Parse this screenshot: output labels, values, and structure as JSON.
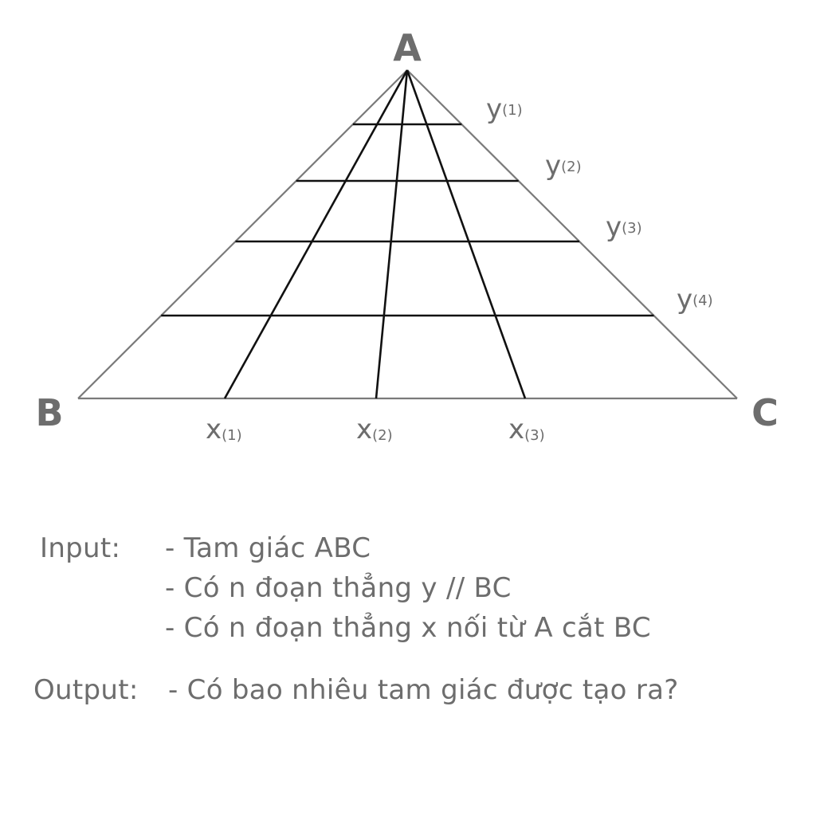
{
  "diagram": {
    "vertices": {
      "A": "A",
      "B": "B",
      "C": "C"
    },
    "x_segments": [
      {
        "symbol": "x",
        "index": "(1)"
      },
      {
        "symbol": "x",
        "index": "(2)"
      },
      {
        "symbol": "x",
        "index": "(3)"
      }
    ],
    "y_segments": [
      {
        "symbol": "y",
        "index": "(1)"
      },
      {
        "symbol": "y",
        "index": "(2)"
      },
      {
        "symbol": "y",
        "index": "(3)"
      },
      {
        "symbol": "y",
        "index": "(4)"
      }
    ]
  },
  "problem": {
    "input_label": "Input:",
    "input_lines": [
      "- Tam giác ABC",
      "- Có n đoạn thẳng y // BC",
      "- Có n đoạn thẳng x nối từ A cắt BC"
    ],
    "output_label": "Output:",
    "output_line": "- Có bao nhiêu tam giác được tạo ra?"
  }
}
